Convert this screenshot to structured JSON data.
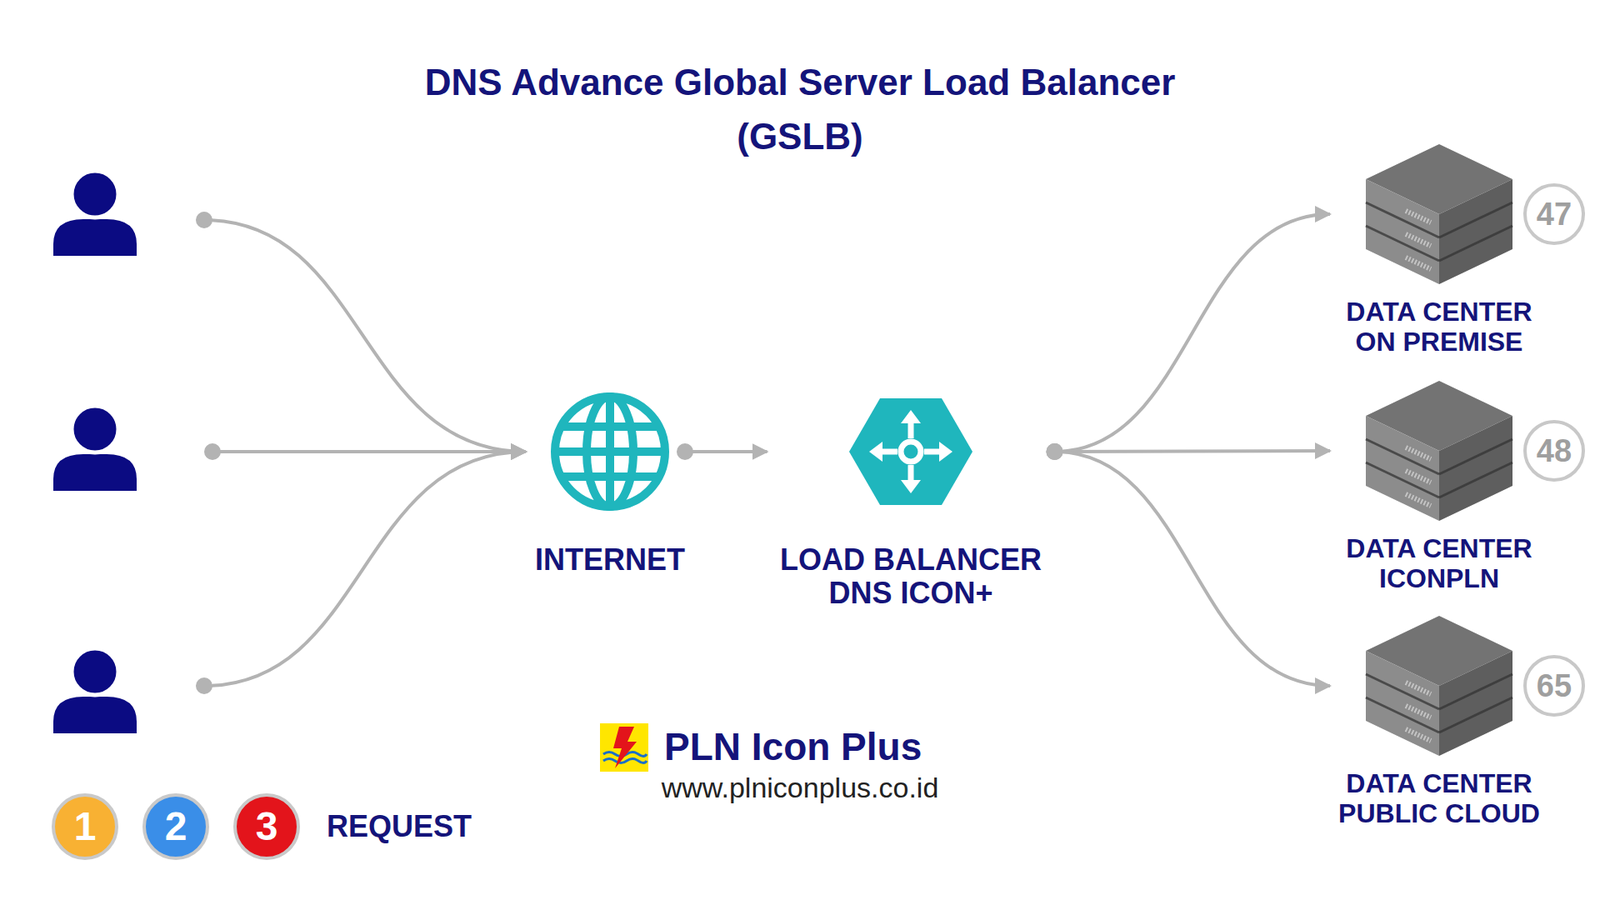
{
  "diagram": {
    "title": "DNS Advance Global Server Load Balancer (GSLB)",
    "nodes": [
      {
        "text": [
          "INTERNET"
        ]
      },
      {
        "text": [
          "LOAD BALANCER DNS ICON+"
        ]
      },
      {
        "text": [
          "47",
          "DATA CENTER ON PREMISE"
        ]
      },
      {
        "text": [
          "48",
          "DATA CENTER ICONPLN"
        ]
      },
      {
        "text": [
          "65",
          "DATA CENTER PUBLIC CLOUD"
        ]
      }
    ],
    "edges": [
      {
        "from": 0,
        "to": 1,
        "arrow": "to"
      },
      {
        "from": 1,
        "to": 2,
        "arrow": "to"
      },
      {
        "from": 1,
        "to": 3,
        "arrow": "to"
      },
      {
        "from": 1,
        "to": 4,
        "arrow": "to"
      }
    ],
    "labels": [
      "PLN Icon Plus",
      "www.plniconplus.co.id",
      "1",
      "2",
      "3",
      "REQUEST"
    ]
  }
}
